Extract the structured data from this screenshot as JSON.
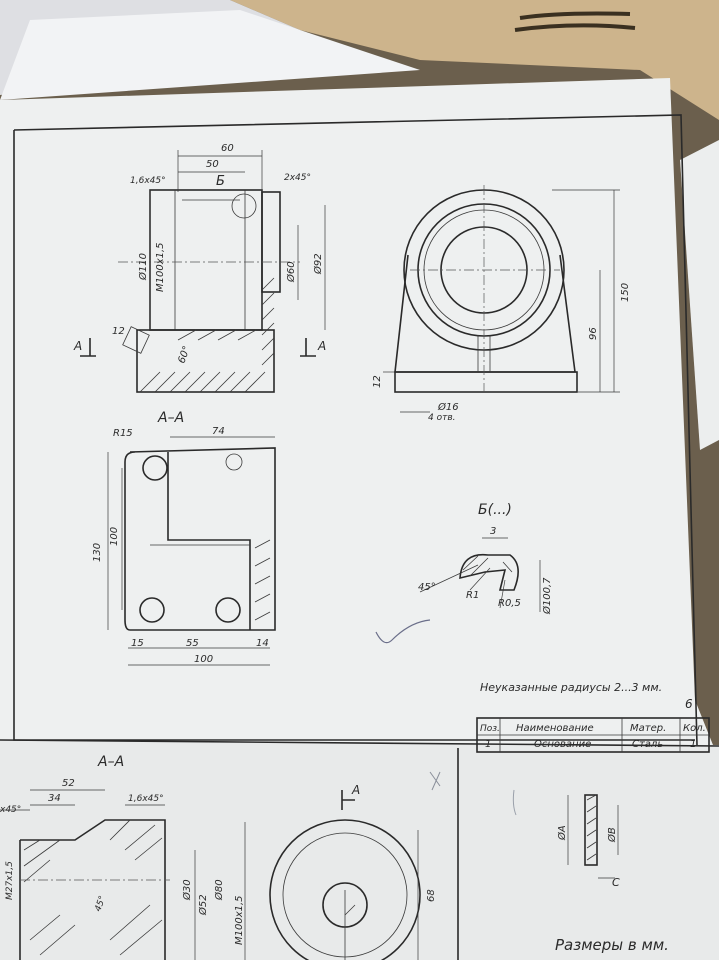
{
  "sheet_top": {
    "top_view_dims": {
      "d60": "60",
      "d50": "50",
      "chamfer_left": "1,6x45°",
      "chamfer_right": "2x45°",
      "detail_ref": "Б",
      "d110": "Ø110",
      "thread": "M100x1,5",
      "d60_inner": "Ø60",
      "d92": "Ø92",
      "d12": "12",
      "d60_angle": "60°",
      "section_mark": "A"
    },
    "right_view_dims": {
      "d150": "150",
      "d96": "96",
      "d12": "12",
      "d16": "Ø16",
      "holes": "4 отв."
    },
    "section_title": "A–A",
    "plan_dims": {
      "r15": "R15",
      "d74": "74",
      "d130": "130",
      "d100v": "100",
      "d15": "15",
      "d55": "55",
      "d14": "14",
      "d100": "100"
    },
    "detail_title": "Б(...)",
    "detail_dims": {
      "d3": "3",
      "a45": "45°",
      "r1": "R1",
      "r05": "R0,5",
      "d1007": "Ø100,7"
    },
    "note": "Неуказанные радиусы 2...3 мм.",
    "page_mark": "6",
    "table": {
      "headers": [
        "Поз.",
        "Наименование",
        "Матер.",
        "Кол."
      ],
      "row": [
        "1",
        "Основание",
        "Сталь",
        "1"
      ]
    }
  },
  "sheet_bottom": {
    "section_title": "A–A",
    "left_dims": {
      "d52": "52",
      "d34": "34",
      "chamfer": "1,6x45°",
      "x45": "x45°",
      "m27": "M27x1,5",
      "a45": "45°",
      "d30": "Ø30",
      "d52v": "Ø52",
      "d80": "Ø80",
      "m100": "M100x1,5"
    },
    "mid_dims": {
      "section_mark": "A",
      "d68": "68"
    },
    "right_dims": {
      "dA": "ØA",
      "dB": "ØB",
      "c": "C",
      "note": "Размеры в мм."
    }
  }
}
